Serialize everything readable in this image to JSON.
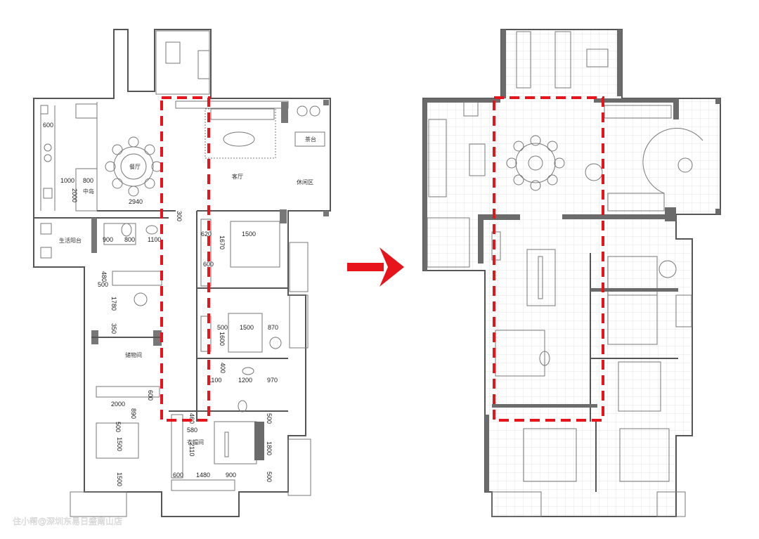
{
  "colors": {
    "highlight": "#e8141c",
    "wall": "#6b6b6b",
    "line": "#555555"
  },
  "left_plan": {
    "rooms": [
      "餐厅",
      "中岛",
      "客厅",
      "休闲区",
      "茶台",
      "生活阳台",
      "储物间",
      "衣帽间"
    ],
    "dimensions": [
      "600",
      "1000",
      "800",
      "2000",
      "2940",
      "300",
      "900",
      "800",
      "1100",
      "620",
      "1500",
      "1670",
      "600",
      "480",
      "500",
      "1780",
      "350",
      "500",
      "1500",
      "870",
      "1600",
      "400",
      "1100",
      "1200",
      "970",
      "600",
      "2000",
      "890",
      "500",
      "1500",
      "1500",
      "460",
      "580",
      "2110",
      "600",
      "1480",
      "900",
      "500",
      "1800",
      "500"
    ]
  },
  "arrow_icon": "right-arrow-icon",
  "watermark": "住小帮@深圳东易日盛南山店"
}
